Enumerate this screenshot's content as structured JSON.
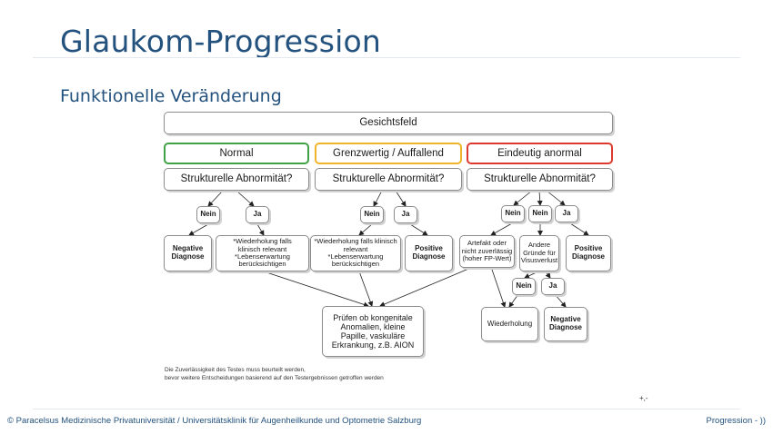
{
  "slide": {
    "title": "Glaukom-Progression",
    "subtitle": "Funktionelle Veränderung"
  },
  "diagram": {
    "root": "Gesichtsfeld",
    "categories": [
      "Normal",
      "Grenzwertig / Auffallend",
      "Eindeutig anormal"
    ],
    "question": "Strukturelle Abnormität?",
    "no": "Nein",
    "yes": "Ja",
    "negative_diagnosis": "Negative\nDiagnose",
    "positive_diagnosis": "Positive\nDiagnose",
    "repeat_if_relevant_left": "*Wiederholung falls\nklinisch  relevant\n*Lebenserwartung\nberücksichtigen",
    "repeat_if_relevant_mid": "*Wiederholung falls klinisch\nrelevant\n*Lebenserwartung\nberücksichtigen",
    "artefact": "Artefakt oder\nnicht zuverlässig\n(hoher FP-Wert)",
    "other_reasons": "Andere\nGründe für\nVisusverlust",
    "repeat": "Wiederholung",
    "congenital": "Prüfen ob kongenitale\nAnomalien, kleine\nPapille, vaskuläre\nErkrankung, z.B. AION",
    "footnote_1": "Die Zuverlässigkeit des Testes muss beurteilt werden,",
    "footnote_2": "bevor  weitere Entscheidungen basierend auf den Testergebnissen getroffen werden",
    "mark": "+,-"
  },
  "footer": {
    "left": "© Paracelsus Medizinische Privatuniversität / Universitätsklinik für Augenheilkunde und Optometrie Salzburg",
    "right": "Progression - ))"
  },
  "colors": {
    "title": "#24527e",
    "normal": "#3fa247",
    "borderline": "#f0b429",
    "abnormal": "#dc3a2f",
    "box_border": "#8c8c8c"
  }
}
